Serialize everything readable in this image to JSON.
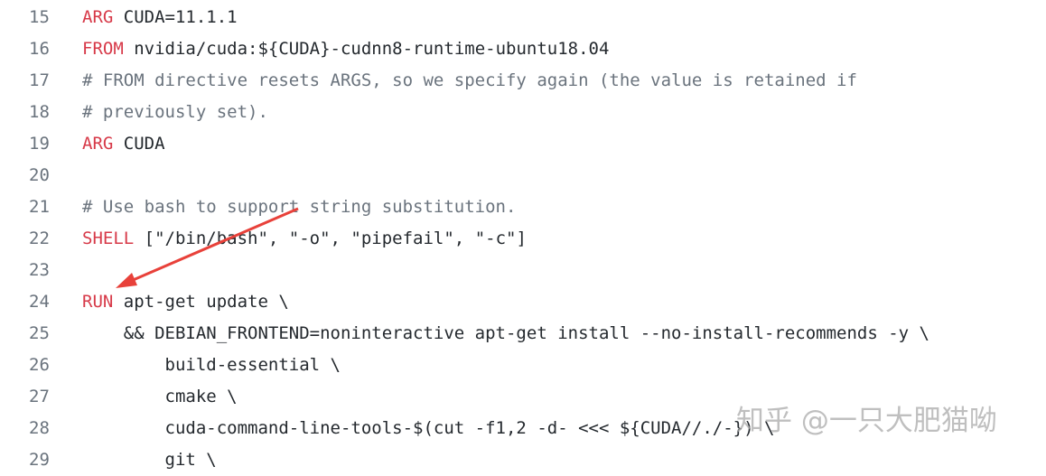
{
  "lines": [
    {
      "n": "15",
      "kw": "ARG",
      "rest": " CUDA=11.1.1",
      "type": "kw"
    },
    {
      "n": "16",
      "kw": "FROM",
      "rest": " nvidia/cuda:${CUDA}-cudnn8-runtime-ubuntu18.04",
      "type": "kw"
    },
    {
      "n": "17",
      "kw": "",
      "rest": "# FROM directive resets ARGS, so we specify again (the value is retained if",
      "type": "comment"
    },
    {
      "n": "18",
      "kw": "",
      "rest": "# previously set).",
      "type": "comment"
    },
    {
      "n": "19",
      "kw": "ARG",
      "rest": " CUDA",
      "type": "kw"
    },
    {
      "n": "20",
      "kw": "",
      "rest": "",
      "type": "plain"
    },
    {
      "n": "21",
      "kw": "",
      "rest": "# Use bash to support string substitution.",
      "type": "comment"
    },
    {
      "n": "22",
      "kw": "SHELL",
      "rest": " [\"/bin/bash\", \"-o\", \"pipefail\", \"-c\"]",
      "type": "kw"
    },
    {
      "n": "23",
      "kw": "",
      "rest": "",
      "type": "plain"
    },
    {
      "n": "24",
      "kw": "RUN",
      "rest": " apt-get update \\",
      "type": "kw"
    },
    {
      "n": "25",
      "kw": "",
      "rest": "    && DEBIAN_FRONTEND=noninteractive apt-get install --no-install-recommends -y \\",
      "type": "plain"
    },
    {
      "n": "26",
      "kw": "",
      "rest": "        build-essential \\",
      "type": "plain"
    },
    {
      "n": "27",
      "kw": "",
      "rest": "        cmake \\",
      "type": "plain"
    },
    {
      "n": "28",
      "kw": "",
      "rest": "        cuda-command-line-tools-$(cut -f1,2 -d- <<< ${CUDA//./-}) \\",
      "type": "plain"
    },
    {
      "n": "29",
      "kw": "",
      "rest": "        git \\",
      "type": "plain"
    }
  ],
  "watermark": "知乎 @一只大肥猫呦",
  "colors": {
    "keyword": "#d73a49",
    "comment": "#6a737d",
    "text": "#24292e",
    "arrow": "#e8413a"
  }
}
